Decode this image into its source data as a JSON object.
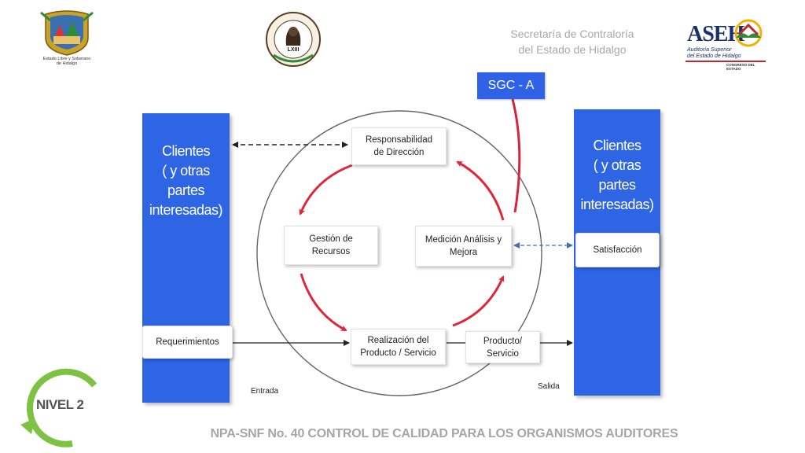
{
  "header": {
    "state_logo_caption": [
      "Estado Libre y Soberano",
      "de Hidalgo"
    ],
    "congress_logo_text": "LXIII",
    "org_name": [
      "Secretaría de Contraloría",
      "del Estado de Hidalgo"
    ],
    "asei_logo": {
      "name": "ASEH",
      "subtitle_1": "Auditoría Superior",
      "subtitle_2": "del Estado de Hidalgo",
      "subtitle_3": "CONGRESO DEL ESTADO"
    }
  },
  "badge": {
    "label": "SGC - A",
    "color": "#2f62e6"
  },
  "diagram": {
    "left_column": {
      "title": [
        "Clientes",
        "( y otras",
        "partes",
        "interesadas)"
      ]
    },
    "right_column": {
      "title": [
        "Clientes",
        "( y otras",
        "partes",
        "interesadas)"
      ]
    },
    "boxes": {
      "responsabilidad": [
        "Responsabilidad",
        "de Dirección"
      ],
      "gestion": [
        "Gestión de",
        "Recursos"
      ],
      "medicion": [
        "Medición Análisis y",
        "Mejora"
      ],
      "realizacion": [
        "Realización del",
        "Producto / Servicio"
      ],
      "producto": [
        "Producto/",
        "Servicio"
      ],
      "requerimientos": "Requerimientos",
      "satisfaccion": "Satisfacción"
    },
    "labels": {
      "entrada": "Entrada",
      "salida": "Salida"
    },
    "colors": {
      "column_blue": "#2e65e5",
      "cycle_arrow_red": "#e0263a"
    }
  },
  "nivel": {
    "label": "NIVEL 2",
    "color": "#7dc242"
  },
  "footer": {
    "title": "NPA-SNF No. 40  CONTROL DE CALIDAD PARA LOS ORGANISMOS AUDITORES"
  }
}
